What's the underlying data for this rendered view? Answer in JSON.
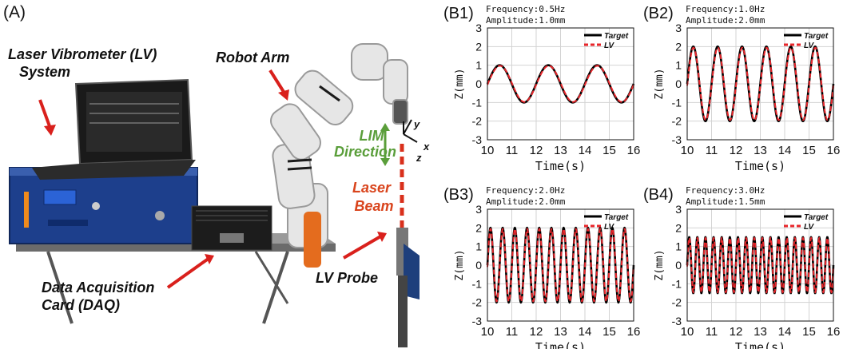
{
  "panel_a": {
    "label": "(A)",
    "annotations": {
      "laser_vibrometer": "Laser Vibrometer (LV)",
      "laser_vibrometer_2": "System",
      "robot_arm": "Robot Arm",
      "lim": "LIM",
      "direction": "Direction",
      "laser": "Laser",
      "beam": "Beam",
      "daq_1": "Data Acquisition",
      "daq_2": "Card (DAQ)",
      "lv_probe": "LV Probe",
      "axis_y": "y",
      "axis_x": "x",
      "axis_z": "z"
    }
  },
  "colors": {
    "target": "#000000",
    "lv": "#e8262b",
    "grid": "#d3d3d3"
  },
  "chart_data": [
    {
      "id": "B1",
      "label": "(B1)",
      "type": "line",
      "freq_text": "Frequency:0.5Hz",
      "amp_text": "Amplitude:1.0mm",
      "frequency_hz": 0.5,
      "amplitude_mm": 1.0,
      "xlabel": "Time(s)",
      "ylabel": "Z(mm)",
      "xlim": [
        10,
        16
      ],
      "ylim": [
        -3,
        3
      ],
      "xticks": [
        "10",
        "11",
        "12",
        "13",
        "14",
        "15",
        "16"
      ],
      "yticks": [
        "-3",
        "-2",
        "-1",
        "0",
        "1",
        "2",
        "3"
      ],
      "grid": true,
      "legend": "top-right",
      "series": [
        {
          "name": "Target",
          "color": "#000000",
          "style": "solid"
        },
        {
          "name": "LV",
          "color": "#e8262b",
          "style": "dashed"
        }
      ]
    },
    {
      "id": "B2",
      "label": "(B2)",
      "type": "line",
      "freq_text": "Frequency:1.0Hz",
      "amp_text": "Amplitude:2.0mm",
      "frequency_hz": 1.0,
      "amplitude_mm": 2.0,
      "xlabel": "Time(s)",
      "ylabel": "Z(mm)",
      "xlim": [
        10,
        16
      ],
      "ylim": [
        -3,
        3
      ],
      "xticks": [
        "10",
        "11",
        "12",
        "13",
        "14",
        "15",
        "16"
      ],
      "yticks": [
        "-3",
        "-2",
        "-1",
        "0",
        "1",
        "2",
        "3"
      ],
      "grid": true,
      "legend": "top-right",
      "series": [
        {
          "name": "Target",
          "color": "#000000",
          "style": "solid"
        },
        {
          "name": "LV",
          "color": "#e8262b",
          "style": "dashed"
        }
      ]
    },
    {
      "id": "B3",
      "label": "(B3)",
      "type": "line",
      "freq_text": "Frequency:2.0Hz",
      "amp_text": "Amplitude:2.0mm",
      "frequency_hz": 2.0,
      "amplitude_mm": 2.0,
      "xlabel": "Time(s)",
      "ylabel": "Z(mm)",
      "xlim": [
        10,
        16
      ],
      "ylim": [
        -3,
        3
      ],
      "xticks": [
        "10",
        "11",
        "12",
        "13",
        "14",
        "15",
        "16"
      ],
      "yticks": [
        "-3",
        "-2",
        "-1",
        "0",
        "1",
        "2",
        "3"
      ],
      "grid": true,
      "legend": "top-right",
      "series": [
        {
          "name": "Target",
          "color": "#000000",
          "style": "solid"
        },
        {
          "name": "LV",
          "color": "#e8262b",
          "style": "dashed"
        }
      ]
    },
    {
      "id": "B4",
      "label": "(B4)",
      "type": "line",
      "freq_text": "Frequency:3.0Hz",
      "amp_text": "Amplitude:1.5mm",
      "frequency_hz": 3.0,
      "amplitude_mm": 1.5,
      "xlabel": "Time(s)",
      "ylabel": "Z(mm)",
      "xlim": [
        10,
        16
      ],
      "ylim": [
        -3,
        3
      ],
      "xticks": [
        "10",
        "11",
        "12",
        "13",
        "14",
        "15",
        "16"
      ],
      "yticks": [
        "-3",
        "-2",
        "-1",
        "0",
        "1",
        "2",
        "3"
      ],
      "grid": true,
      "legend": "top-right",
      "series": [
        {
          "name": "Target",
          "color": "#000000",
          "style": "solid"
        },
        {
          "name": "LV",
          "color": "#e8262b",
          "style": "dashed"
        }
      ]
    }
  ]
}
